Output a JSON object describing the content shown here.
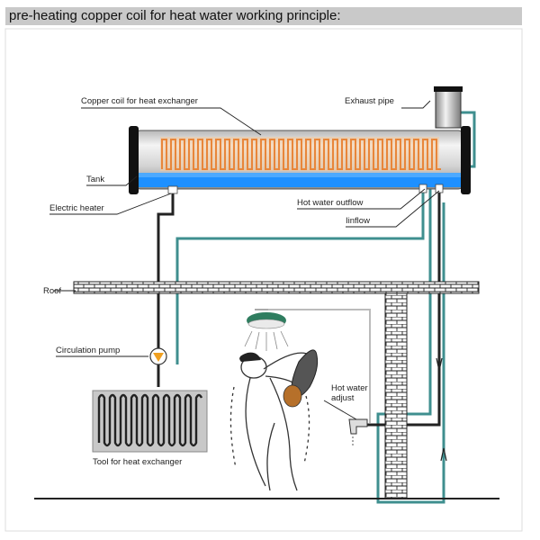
{
  "title": "pre-heating copper coil for heat water working principle:",
  "labels": {
    "copper_coil": "Copper coil for heat exchanger",
    "exhaust_pipe": "Exhaust pipe",
    "tank": "Tank",
    "electric_heater": "Electric heater",
    "hot_water_outflow": "Hot water outflow",
    "inflow": "Iinflow",
    "roof": "Roof",
    "circulation_pump": "Circulation pump",
    "hot_water_adjust_line1": "Hot water",
    "hot_water_adjust_line2": "adjust",
    "tool_heat_exchanger": "Tool for heat exchanger"
  },
  "colors": {
    "coil": "#e8863a",
    "water": "#1e90ff",
    "teal_pipe": "#3f8f8f",
    "dark_pipe": "#222222",
    "tank_end": "#111111",
    "title_bg": "#c9c9c9",
    "pump": "#f0a020"
  }
}
